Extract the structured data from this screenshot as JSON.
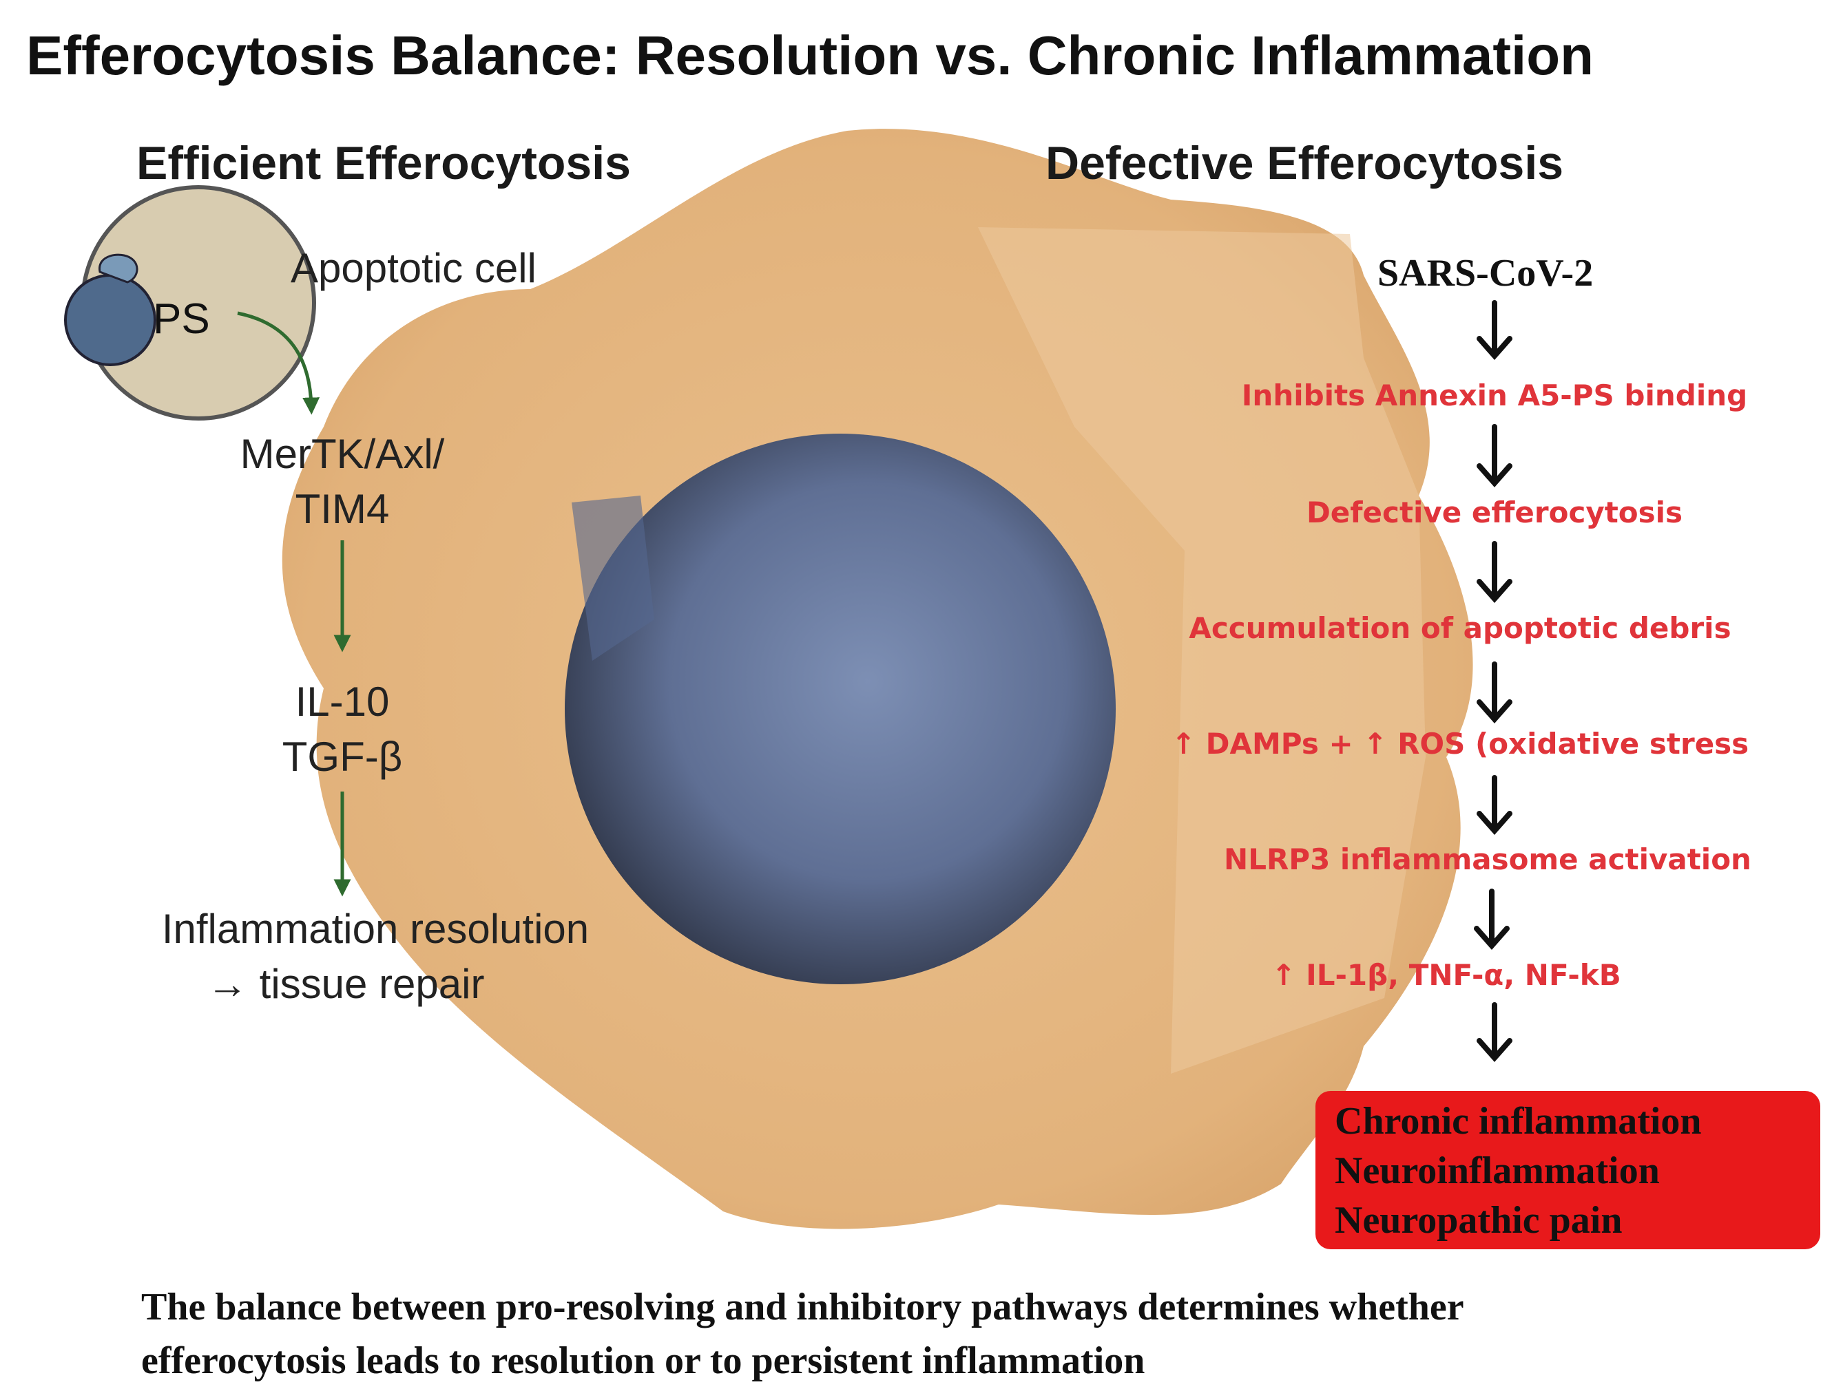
{
  "title": "Efferocytosis Balance: Resolution vs. Chronic Inflammation",
  "left_panel": {
    "heading": "Efficient Efferocytosis",
    "apoptotic_cell_label": "Apoptotic cell",
    "ps_label": "PS",
    "steps": [
      {
        "line1": "MerTK/Axl/",
        "line2": "TIM4"
      },
      {
        "line1": "IL-10",
        "line2": "TGF-β"
      },
      {
        "line1": "Inflammation resolution",
        "line2": "→ tissue repair"
      }
    ],
    "arrow_color": "#2f6b2f"
  },
  "right_panel": {
    "heading": "Defective Efferocytosis",
    "trigger": "SARS-CoV-2",
    "steps": [
      "Inhibits Annexin A5-PS binding",
      "Defective efferocytosis",
      "Accumulation of apoptotic debris",
      "↑ DAMPs + ↑ ROS (oxidative stress",
      "NLRP3 inflammasome activation",
      "↑ IL-1β, TNF-α, NF-kB"
    ],
    "outcome_box": {
      "lines": [
        "Chronic inflammation",
        "Neuroinflammation",
        "Neuropathic pain"
      ],
      "color": "#e8191b"
    },
    "step_color": "#e0343a"
  },
  "caption": {
    "line1": "The balance between pro-resolving and inhibitory pathways determines whether",
    "line2": "efferocytosis leads to resolution or to persistent inflammation"
  },
  "colors": {
    "cytoplasm": "#e2b37c",
    "nucleus": "#6a7a9e"
  }
}
